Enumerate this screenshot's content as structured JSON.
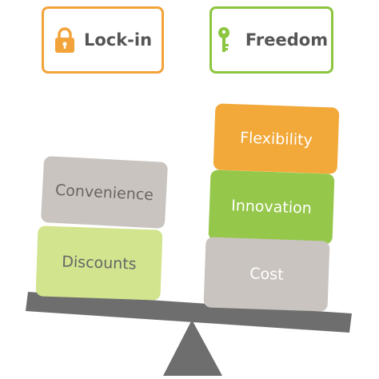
{
  "labels": {
    "lockin": {
      "text": "Lock-in",
      "icon": "lock-icon",
      "color": "#f2a33a"
    },
    "freedom": {
      "text": "Freedom",
      "icon": "key-icon",
      "color": "#8cc63f"
    }
  },
  "left_blocks": [
    {
      "label": "Convenience",
      "color": "#c9c4bf"
    },
    {
      "label": "Discounts",
      "color": "#d2e48e"
    }
  ],
  "right_blocks": [
    {
      "label": "Flexibility",
      "color": "#f2a93a"
    },
    {
      "label": "Innovation",
      "color": "#95c74a"
    },
    {
      "label": "Cost",
      "color": "#c9c4bf"
    }
  ],
  "colors": {
    "beam": "#6e6e6e",
    "fulcrum": "#6e6e6e"
  }
}
